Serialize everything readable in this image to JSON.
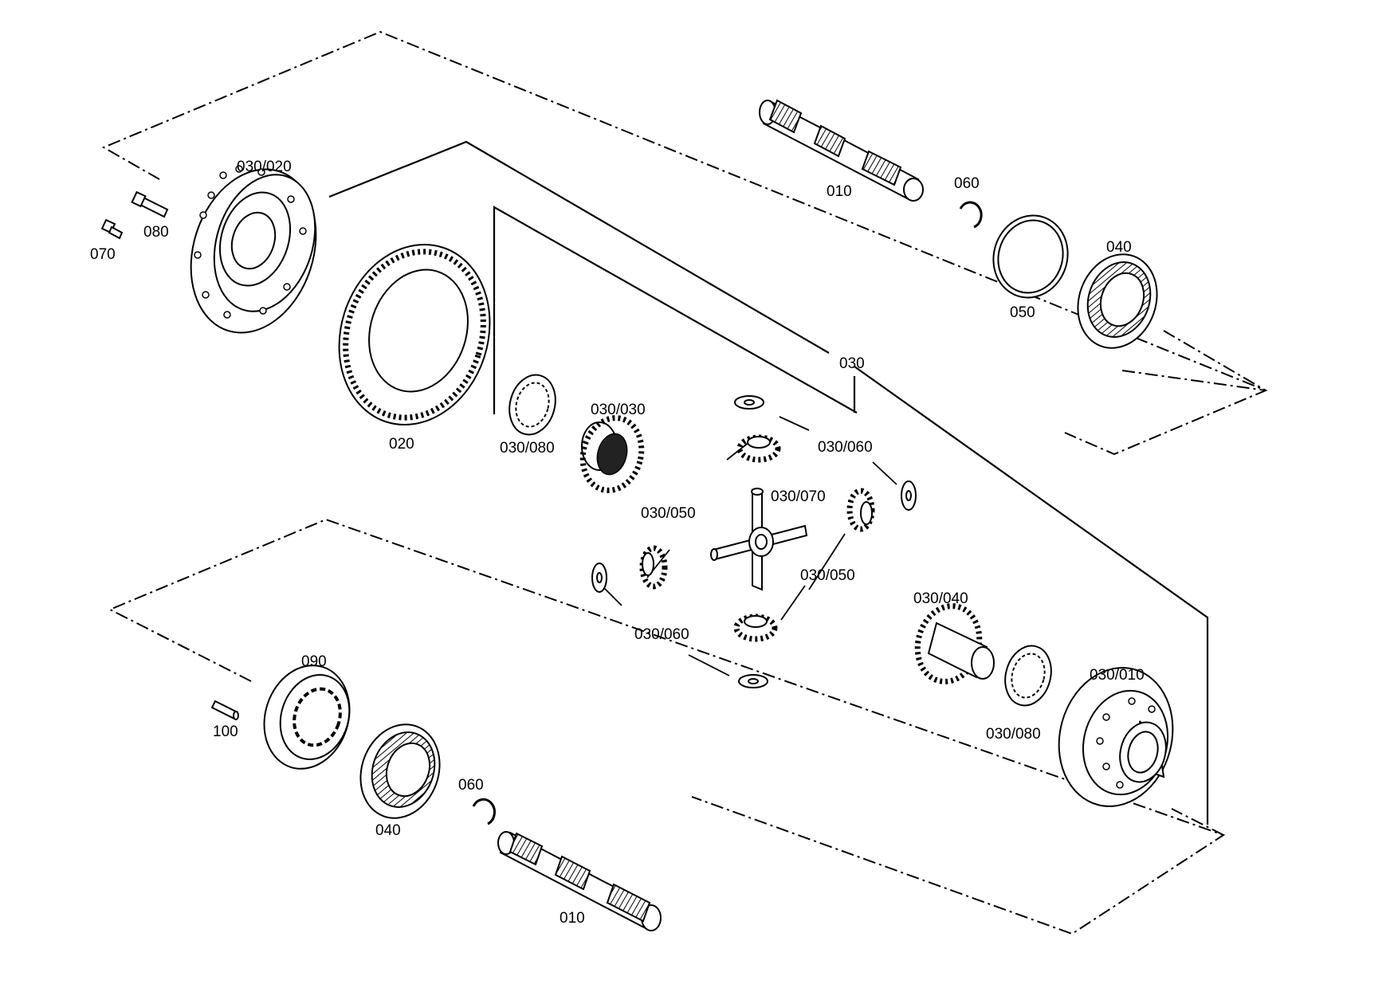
{
  "callouts": {
    "p_030_020": "030/020",
    "p_080": "080",
    "p_070": "070",
    "p_010_top": "010",
    "p_060_top": "060",
    "p_050": "050",
    "p_040_top": "040",
    "p_020": "020",
    "p_030": "030",
    "p_030_080_left": "030/080",
    "p_030_030": "030/030",
    "p_030_060_right": "030/060",
    "p_030_070": "030/070",
    "p_030_050_left": "030/050",
    "p_030_050_right": "030/050",
    "p_030_060_left": "030/060",
    "p_030_040": "030/040",
    "p_030_010": "030/010",
    "p_030_080_right": "030/080",
    "p_090": "090",
    "p_100": "100",
    "p_040_bottom": "040",
    "p_060_bottom": "060",
    "p_010_bottom": "010"
  }
}
